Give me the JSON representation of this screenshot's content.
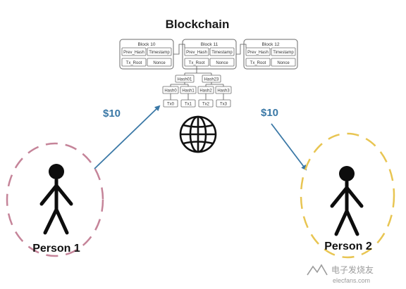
{
  "title": "Blockchain",
  "blocks": [
    {
      "label": "Block 10",
      "prev_hash": "Prev_Hash",
      "timestamp": "Timestamp",
      "tx_root": "Tx_Root",
      "nonce": "Nonce"
    },
    {
      "label": "Block 11",
      "prev_hash": "Prev_Hash",
      "timestamp": "Timestamp",
      "tx_root": "Tx_Root",
      "nonce": "Nonce"
    },
    {
      "label": "Block 12",
      "prev_hash": "Prev_Hash",
      "timestamp": "Timestamp",
      "tx_root": "Tx_Root",
      "nonce": "Nonce"
    }
  ],
  "merkle": {
    "hash01": "Hash01",
    "hash23": "Hash23",
    "hashes": [
      "Hash0",
      "Hash1",
      "Hash2",
      "Hash3"
    ],
    "txs": [
      "Tx0",
      "Tx1",
      "Tx2",
      "Tx3"
    ]
  },
  "transfers": [
    {
      "amount": "$10"
    },
    {
      "amount": "$10"
    }
  ],
  "persons": [
    {
      "label": "Person 1"
    },
    {
      "label": "Person 2"
    }
  ],
  "colors": {
    "arrow": "#3a78a6",
    "person1_ring": "#c58499",
    "person2_ring": "#e8c552",
    "figure": "#0d0d0d"
  },
  "watermark": {
    "line1": "电子发烧友",
    "line2": "elecfans.com"
  }
}
